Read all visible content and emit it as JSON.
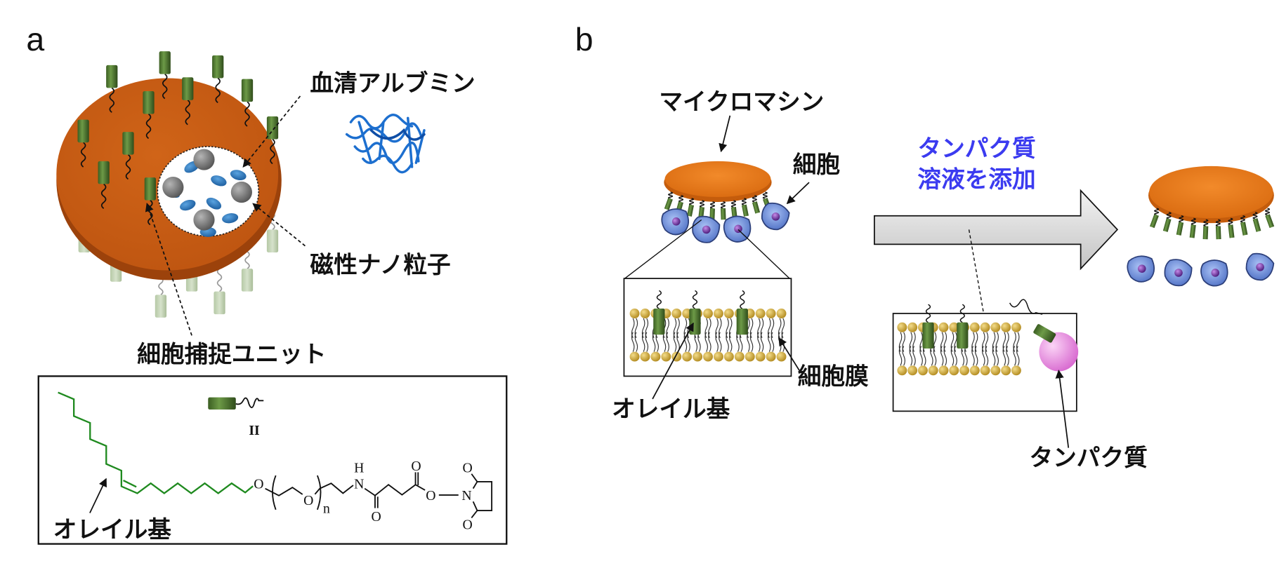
{
  "panel_a": {
    "letter": "a",
    "label_albumin": "血清アルブミン",
    "label_magnetic": "磁性ナノ粒子",
    "label_capture_unit": "細胞捕捉ユニット",
    "structure_box": {
      "label_oleyl": "オレイル基",
      "equals": "II",
      "atoms": {
        "O1": "O",
        "O2": "O",
        "n": "n",
        "H": "H",
        "N1": "N",
        "O3": "O",
        "O4": "O",
        "O5": "O",
        "N2": "N",
        "O6": "O",
        "O7": "O"
      }
    }
  },
  "panel_b": {
    "letter": "b",
    "label_micromachine": "マイクロマシン",
    "label_cell": "細胞",
    "step_line1": "タンパク質",
    "step_line2": "溶液を添加",
    "label_membrane": "細胞膜",
    "label_oleyl": "オレイル基",
    "label_protein": "タンパク質"
  },
  "colors": {
    "orange": "#C55A11",
    "machine": "#E97A1E",
    "green": "#4F7A2C",
    "step_text": "#3B3BF0",
    "cell": "#7FA0E8",
    "protein": "#E58BE0"
  }
}
